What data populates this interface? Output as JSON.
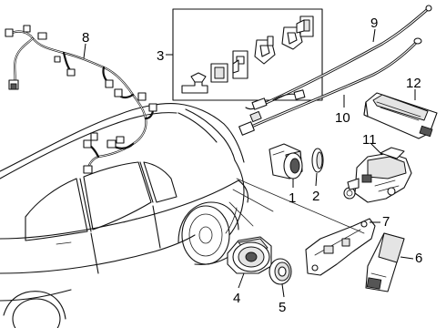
{
  "callouts": [
    "1",
    "2",
    "3",
    "4",
    "5",
    "6",
    "7",
    "8",
    "9",
    "10",
    "11",
    "12"
  ]
}
